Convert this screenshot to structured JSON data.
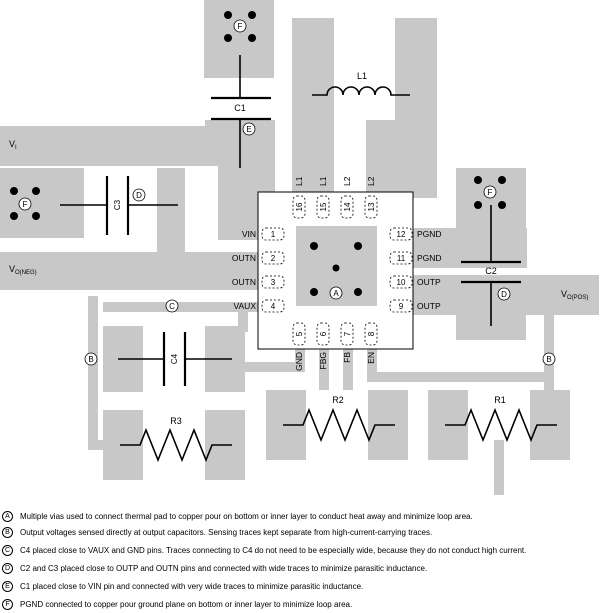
{
  "labels": {
    "vi": "V",
    "vi_sub": "I",
    "voneg": "V",
    "voneg_sub": "O(NEG)",
    "vopos": "V",
    "vopos_sub": "O(POS)",
    "l1": "L1",
    "c1": "C1",
    "c2": "C2",
    "c3": "C3",
    "c4": "C4",
    "r1": "R1",
    "r2": "R2",
    "r3": "R3"
  },
  "pins": {
    "left": [
      {
        "name": "VIN",
        "num": "1"
      },
      {
        "name": "OUTN",
        "num": "2"
      },
      {
        "name": "OUTN",
        "num": "3"
      },
      {
        "name": "VAUX",
        "num": "4"
      }
    ],
    "right": [
      {
        "name": "PGND",
        "num": "12"
      },
      {
        "name": "PGND",
        "num": "11"
      },
      {
        "name": "OUTP",
        "num": "10"
      },
      {
        "name": "OUTP",
        "num": "9"
      }
    ],
    "top": [
      {
        "name": "L1",
        "num": "16"
      },
      {
        "name": "L1",
        "num": "15"
      },
      {
        "name": "L2",
        "num": "14"
      },
      {
        "name": "L2",
        "num": "13"
      }
    ],
    "bottom": [
      {
        "name": "GND",
        "num": "5"
      },
      {
        "name": "FBG",
        "num": "6"
      },
      {
        "name": "FB",
        "num": "7"
      },
      {
        "name": "EN",
        "num": "8"
      }
    ]
  },
  "markers": {
    "a": "A",
    "b": "B",
    "c": "C",
    "d": "D",
    "e": "E",
    "f": "F"
  },
  "notes": [
    {
      "marker": "A",
      "text": "Multiple vias used to connect thermal pad to copper pour on bottom or inner layer to conduct heat away and minimize loop area."
    },
    {
      "marker": "B",
      "text": "Output voltages sensed directly at output capacitors. Sensing traces kept separate from high-current-carrying traces."
    },
    {
      "marker": "C",
      "text": "C4 placed close to VAUX and GND pins. Traces connecting to C4 do not need to be especially wide, because they do not conduct high current."
    },
    {
      "marker": "D",
      "text": "C2 and C3 placed close to OUTP and OUTN pins and connected with wide traces to minimize parasitic inductance."
    },
    {
      "marker": "E",
      "text": "C1 placed close to VIN pin and connected with very wide traces to minimize parasitic inductance."
    },
    {
      "marker": "F",
      "text": "PGND connected to copper pour ground plane on bottom or inner layer to minimize loop area."
    }
  ],
  "colors": {
    "copper": "#c8c8c8",
    "outline": "#000000",
    "background": "#ffffff"
  }
}
